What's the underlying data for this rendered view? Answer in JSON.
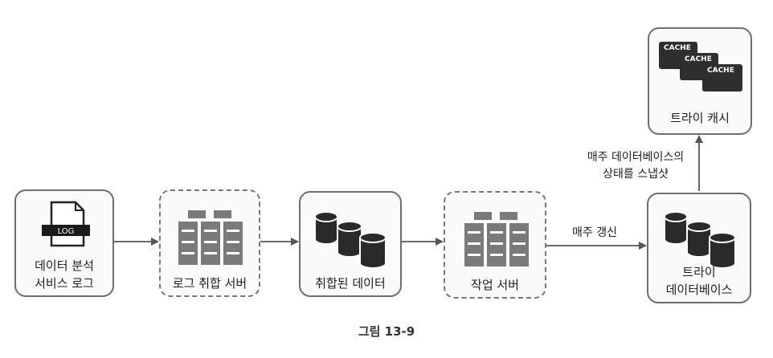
{
  "nodes": {
    "log_service": {
      "lines": [
        "데이터 분석",
        "서비스 로그"
      ],
      "icon": "log-file-icon",
      "icon_text": "LOG"
    },
    "log_aggregator": {
      "label": "로그 취합 서버",
      "icon": "server-rack-icon"
    },
    "aggregated_data": {
      "label": "취합된 데이터",
      "icon": "database-icon"
    },
    "worker_server": {
      "label": "작업 서버",
      "icon": "server-rack-icon"
    },
    "trie_db": {
      "lines": [
        "트라이",
        "데이터베이스"
      ],
      "icon": "database-icon"
    },
    "trie_cache": {
      "label": "트라이 캐시",
      "icon": "cache-icon",
      "cache_tags": [
        "CACHE",
        "CACHE",
        "CACHE"
      ]
    }
  },
  "edges": {
    "weekly_update": "매주 갱신",
    "weekly_snapshot": [
      "매주 데이터베이스의",
      "상태를 스냅샷"
    ]
  },
  "caption": "그림 13-9"
}
